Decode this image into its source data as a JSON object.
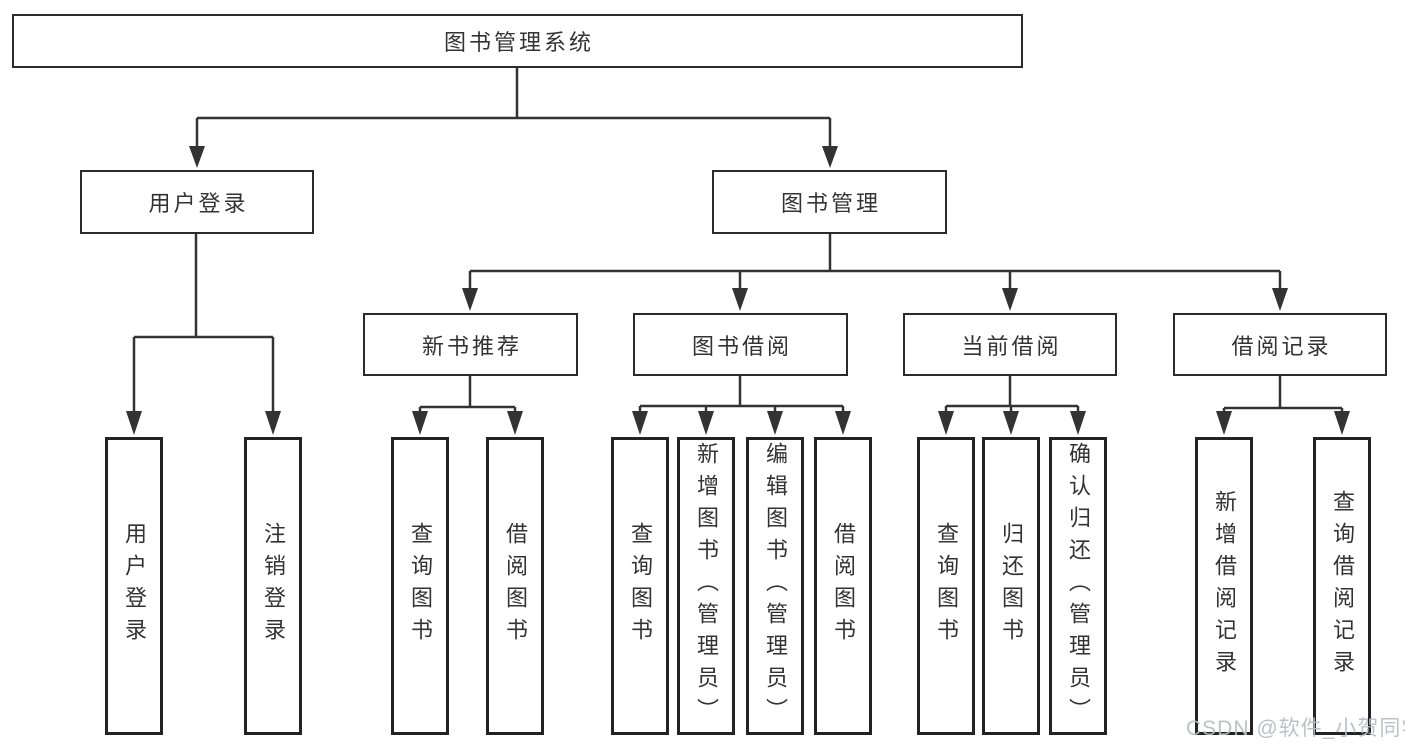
{
  "diagram": {
    "root": {
      "label": "图书管理系统"
    },
    "branches": [
      {
        "label": "用户登录",
        "children": [
          {
            "label": "用户登录"
          },
          {
            "label": "注销登录"
          }
        ]
      },
      {
        "label": "图书管理",
        "children": [
          {
            "label": "新书推荐",
            "children": [
              {
                "label": "查询图书"
              },
              {
                "label": "借阅图书"
              }
            ]
          },
          {
            "label": "图书借阅",
            "children": [
              {
                "label": "查询图书"
              },
              {
                "label": "新增图书（管理员）"
              },
              {
                "label": "编辑图书（管理员）"
              },
              {
                "label": "借阅图书"
              }
            ]
          },
          {
            "label": "当前借阅",
            "children": [
              {
                "label": "查询图书"
              },
              {
                "label": "归还图书"
              },
              {
                "label": "确认归还（管理员）"
              }
            ]
          },
          {
            "label": "借阅记录",
            "children": [
              {
                "label": "新增借阅记录"
              },
              {
                "label": "查询借阅记录"
              }
            ]
          }
        ]
      }
    ]
  },
  "colors": {
    "line": "#333333",
    "box_border": "#2b2b2b",
    "text": "#333333",
    "watermark": "#b8bec5"
  },
  "watermark": {
    "text": "CSDN @软件_小贺同学"
  }
}
